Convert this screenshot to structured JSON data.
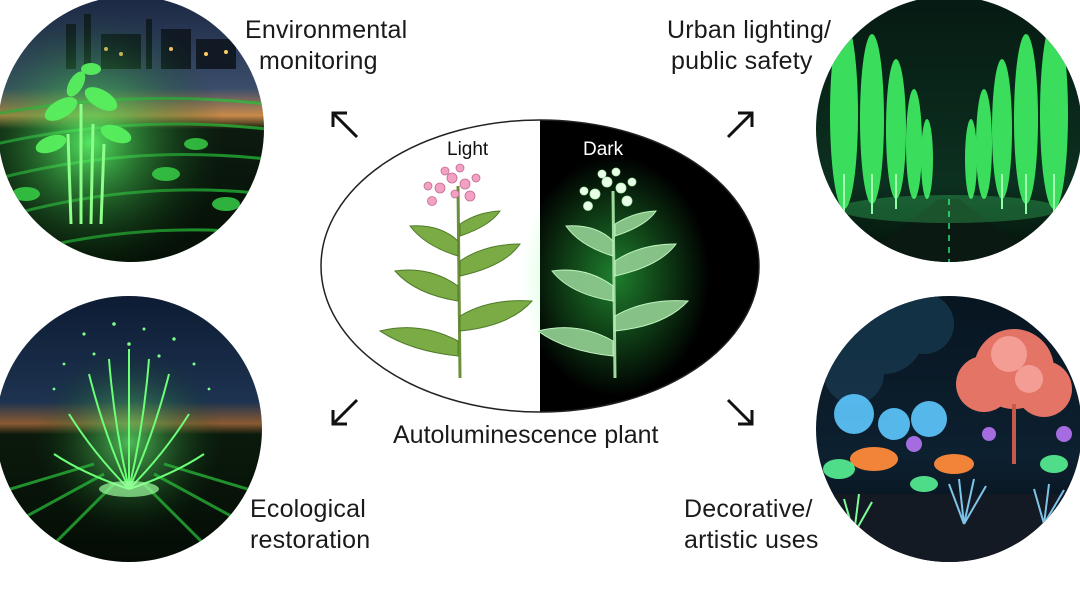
{
  "center": {
    "light_label": "Light",
    "dark_label": "Dark",
    "caption": "Autoluminescence plant"
  },
  "applications": {
    "top_left": {
      "line1": "Environmental",
      "line2": "monitoring"
    },
    "top_right": {
      "line1": "Urban lighting/",
      "line2": "public safety"
    },
    "bottom_left": {
      "line1": "Ecological",
      "line2": "restoration"
    },
    "bottom_right": {
      "line1": "Decorative/",
      "line2": "artistic uses"
    }
  },
  "colors": {
    "glow_green": "#3dff5a",
    "deep_green": "#0b3a12",
    "night_sky": "#0a1628",
    "leaf_green": "#6aa84f",
    "flower_pink": "#f2a1c3",
    "dark_bg": "#000000",
    "arrow": "#111111"
  },
  "icons": [
    "arrow-up-left-icon",
    "arrow-up-right-icon",
    "arrow-down-left-icon",
    "arrow-down-right-icon"
  ]
}
